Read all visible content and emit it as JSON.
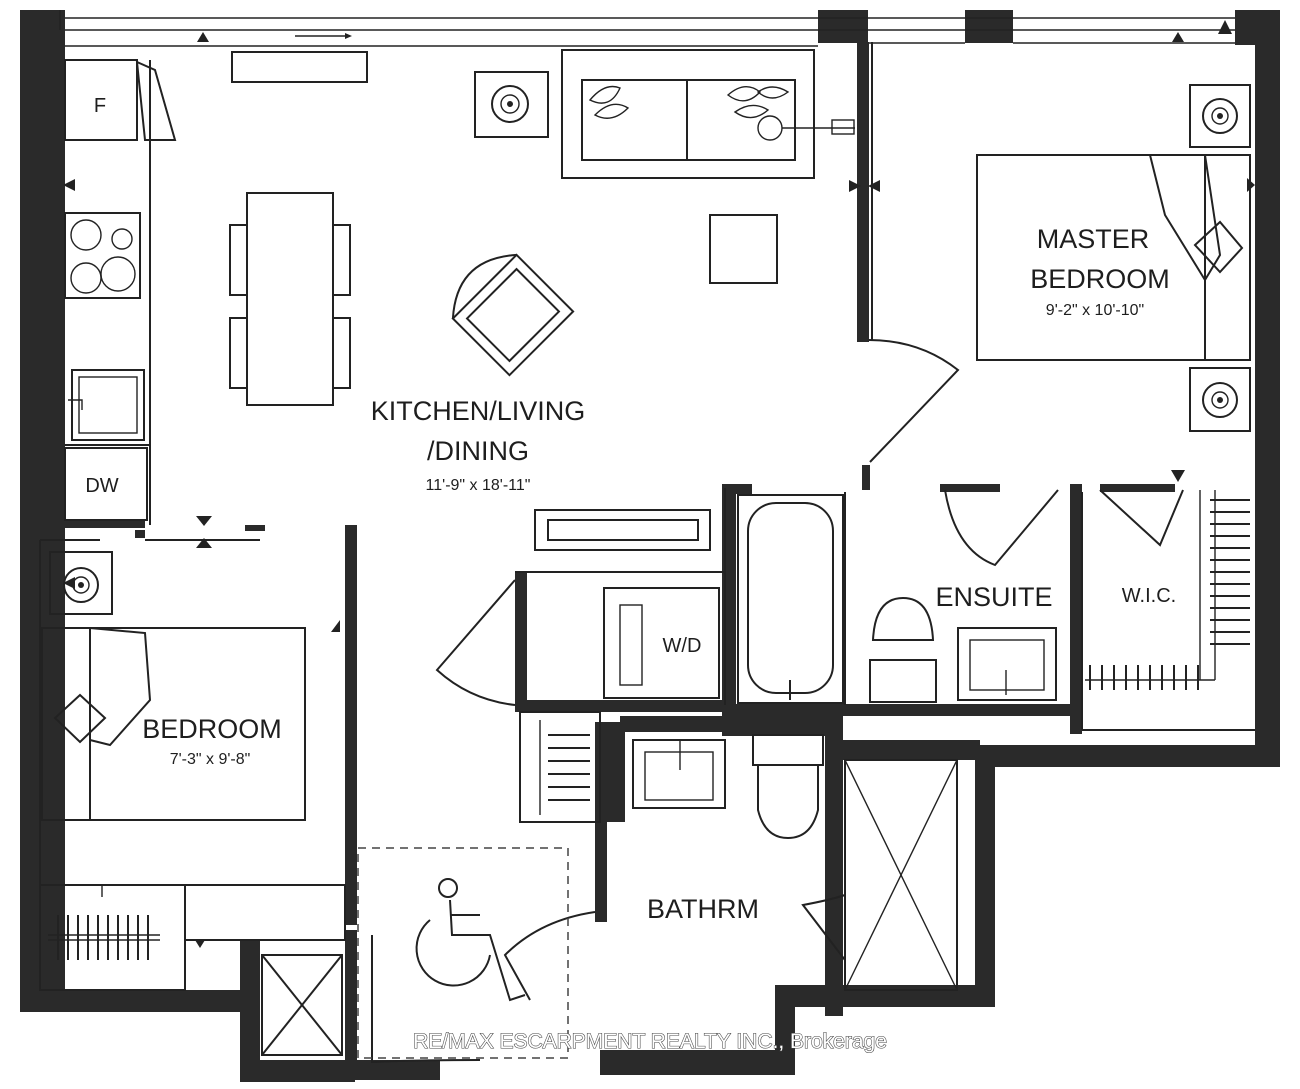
{
  "colors": {
    "wall": "#2a2a2a",
    "line": "#222222",
    "paper": "#ffffff"
  },
  "rooms": {
    "kitchen": {
      "name_line1": "KITCHEN/LIVING",
      "name_line2": "/DINING",
      "dims": "11'-9\" x 18'-11\""
    },
    "master": {
      "name_line1": "MASTER",
      "name_line2": "BEDROOM",
      "dims": "9'-2\" x 10'-10\""
    },
    "bedroom": {
      "name": "BEDROOM",
      "dims": "7'-3\" x 9'-8\""
    },
    "ensuite": {
      "name": "ENSUITE"
    },
    "wic": {
      "name": "W.I.C."
    },
    "bathroom": {
      "name": "BATHRM"
    }
  },
  "appliances": {
    "fridge": "F",
    "dishwasher": "DW",
    "washer_dryer": "W/D"
  },
  "icons": {
    "accessible": "wheelchair-icon",
    "hvac": "fan-icon"
  },
  "watermark": "RE/MAX ESCARPMENT REALTY INC., Brokerage"
}
